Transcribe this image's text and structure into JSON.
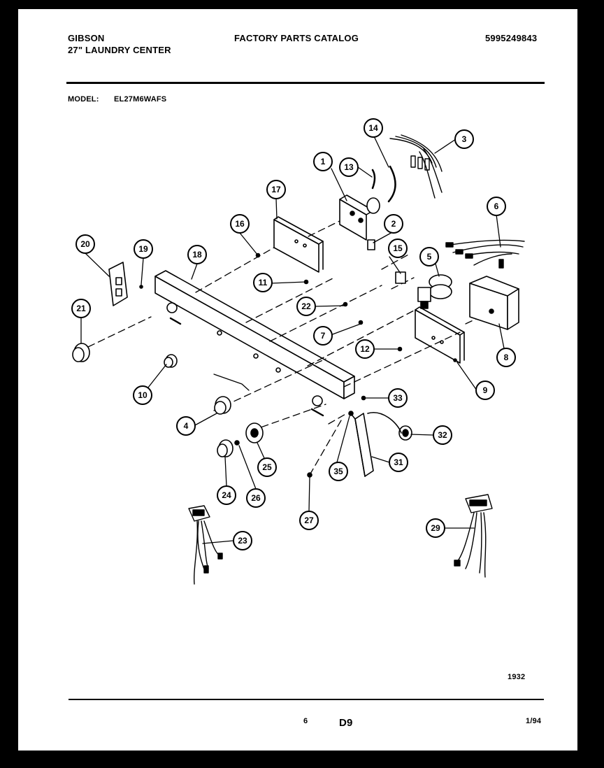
{
  "header": {
    "brand": "GIBSON",
    "product": "27\" LAUNDRY CENTER",
    "catalog": "FACTORY PARTS CATALOG",
    "catalog_number": "5995249843",
    "model_label": "MODEL:",
    "model": "EL27M6WAFS"
  },
  "callouts": [
    "1",
    "2",
    "3",
    "4",
    "5",
    "6",
    "7",
    "8",
    "9",
    "10",
    "11",
    "12",
    "13",
    "14",
    "15",
    "16",
    "17",
    "18",
    "19",
    "20",
    "21",
    "22",
    "23",
    "24",
    "25",
    "26",
    "27",
    "29",
    "31",
    "32",
    "33",
    "35"
  ],
  "footer": {
    "year_code": "1932",
    "page": "6",
    "section": "D9",
    "date": "1/94"
  },
  "colors": {
    "ink": "#000000",
    "paper": "#ffffff",
    "border": "#000000"
  }
}
